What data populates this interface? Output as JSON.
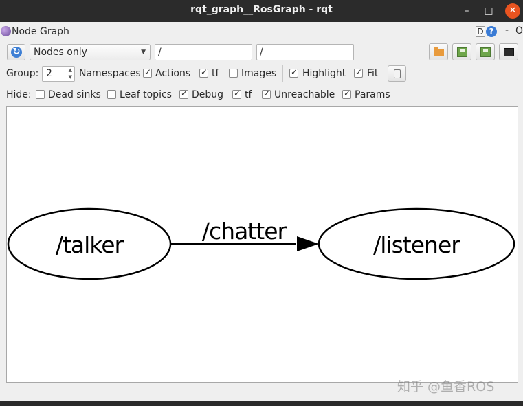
{
  "window": {
    "title": "rqt_graph__RosGraph - rqt",
    "minimize_label": "–",
    "maximize_label": "□",
    "close_label": "✕"
  },
  "plugin": {
    "title": "Node Graph",
    "d_label": "D",
    "help_label": "?",
    "dash_label": "-",
    "o_label": "O"
  },
  "toolbar": {
    "refresh_glyph": "↻",
    "view_mode": "Nodes only",
    "filter_include": "/",
    "filter_exclude": "/"
  },
  "options": {
    "group_label": "Group:",
    "group_value": "2",
    "namespaces_label": "Namespaces",
    "actions_label": "Actions",
    "actions_checked": true,
    "tf_label": "tf",
    "tf_checked": true,
    "images_label": "Images",
    "images_checked": false,
    "highlight_label": "Highlight",
    "highlight_checked": true,
    "fit_label": "Fit",
    "fit_checked": true
  },
  "hide": {
    "label": "Hide:",
    "dead_sinks_label": "Dead sinks",
    "dead_sinks_checked": false,
    "leaf_topics_label": "Leaf topics",
    "leaf_topics_checked": false,
    "debug_label": "Debug",
    "debug_checked": true,
    "tf_label": "tf",
    "tf_checked": true,
    "unreachable_label": "Unreachable",
    "unreachable_checked": true,
    "params_label": "Params",
    "params_checked": true
  },
  "graph": {
    "nodes": [
      {
        "id": "talker",
        "label": "/talker"
      },
      {
        "id": "listener",
        "label": "/listener"
      }
    ],
    "edges": [
      {
        "from": "talker",
        "to": "listener",
        "label": "/chatter"
      }
    ]
  },
  "watermark": "知乎 @鱼香ROS"
}
